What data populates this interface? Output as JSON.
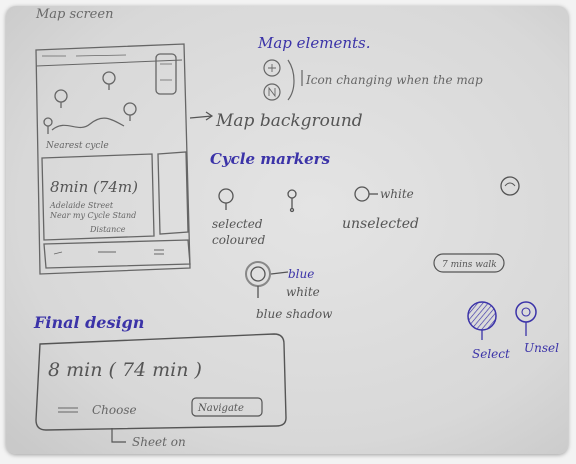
{
  "sketch": {
    "top_scribble": "Map screen",
    "map_elements_title": "Map elements.",
    "map_note": "Icon changing when the map",
    "map_background": "Map background",
    "cycle_markers_title": "Cycle markers",
    "selected_label": "selected",
    "coloured_label": "coloured",
    "white_label": "white",
    "unselected_label": "unselected",
    "blue_label": "blue",
    "white_label2": "white",
    "blue_shadow_label": "blue shadow",
    "pill_label": "7 mins walk",
    "select_label": "Select",
    "unsel_label": "Unsel",
    "final_design_title": "Final design",
    "card_duration": "8 min ( 74 min )",
    "card_button": "Choose",
    "card_button2": "Navigate",
    "bottom_scribble": "Sheet on",
    "phone_duration": "8min (74m)",
    "phone_line1": "Adelaide Street",
    "phone_line2": "Near my Cycle Stand",
    "phone_line3": "Distance",
    "phone_caption": "Nearest cycle"
  },
  "colors": {
    "paper": "#dcdcdc",
    "pencil": "#5d5d5d",
    "ink": "#3b33a8"
  }
}
